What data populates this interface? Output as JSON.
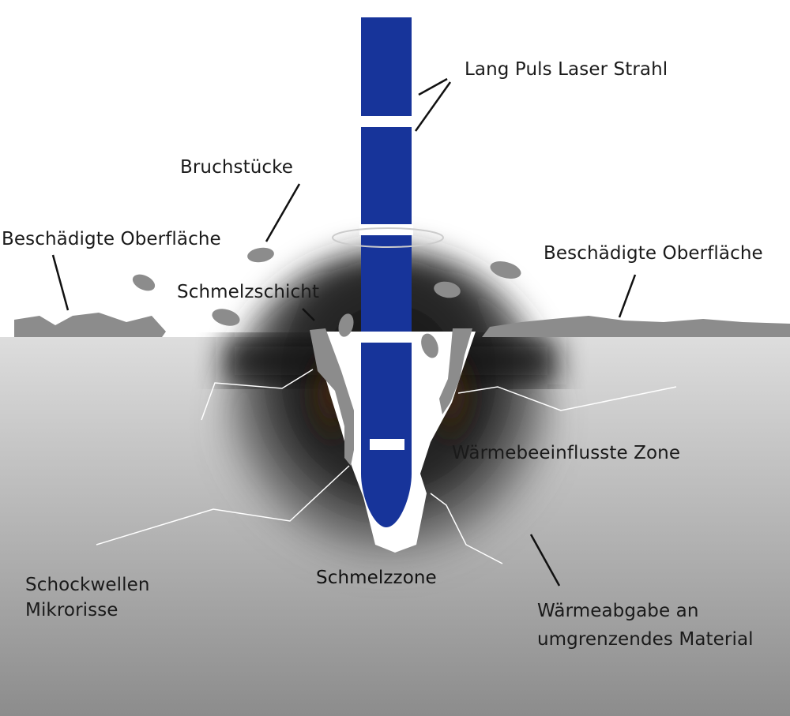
{
  "labels": {
    "laser_beam": "Lang Puls Laser Strahl",
    "fragments": "Bruchstücke",
    "damaged_surface_left": "Beschädigte Oberfläche",
    "damaged_surface_right": "Beschädigte Oberfläche",
    "melt_layer": "Schmelzschicht",
    "heat_affected_zone": "Wärmebeeinflusste Zone",
    "shockwave_line1": "Schockwellen",
    "shockwave_line2": "Mikrorisse",
    "melt_zone": "Schmelzzone",
    "heat_dissipation_line1": "Wärmeabgabe an",
    "heat_dissipation_line2": "umgrenzendes Material"
  },
  "colors": {
    "beam": "#17349a",
    "debris": "#8c8c8c",
    "material_light": "#dcdcdc",
    "material_dark": "#8e8e8e",
    "heat_zone": "#141414",
    "melt_glow": "#3a2410",
    "crack": "#ffffff",
    "leader": "#111111"
  }
}
